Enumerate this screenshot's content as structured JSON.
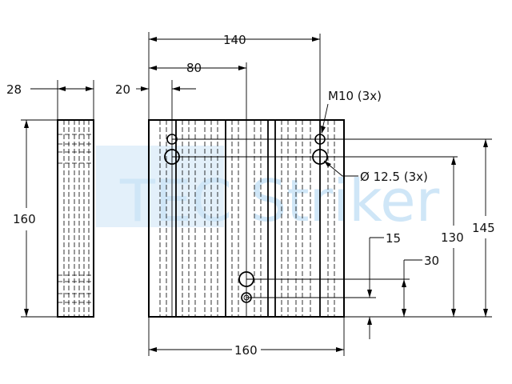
{
  "watermark": {
    "text": "TEC Striker",
    "color": "#cfe6f7"
  },
  "dimensions": {
    "total_width_top": "140",
    "center_offset": "80",
    "edge_offset": "20",
    "side_thickness": "28",
    "side_height": "160",
    "bottom_width": "160",
    "height_145": "145",
    "height_130": "130",
    "height_30": "30",
    "height_15": "15"
  },
  "callouts": {
    "thread": "M10 (3x)",
    "bore": "Ø 12.5 (3x)"
  }
}
